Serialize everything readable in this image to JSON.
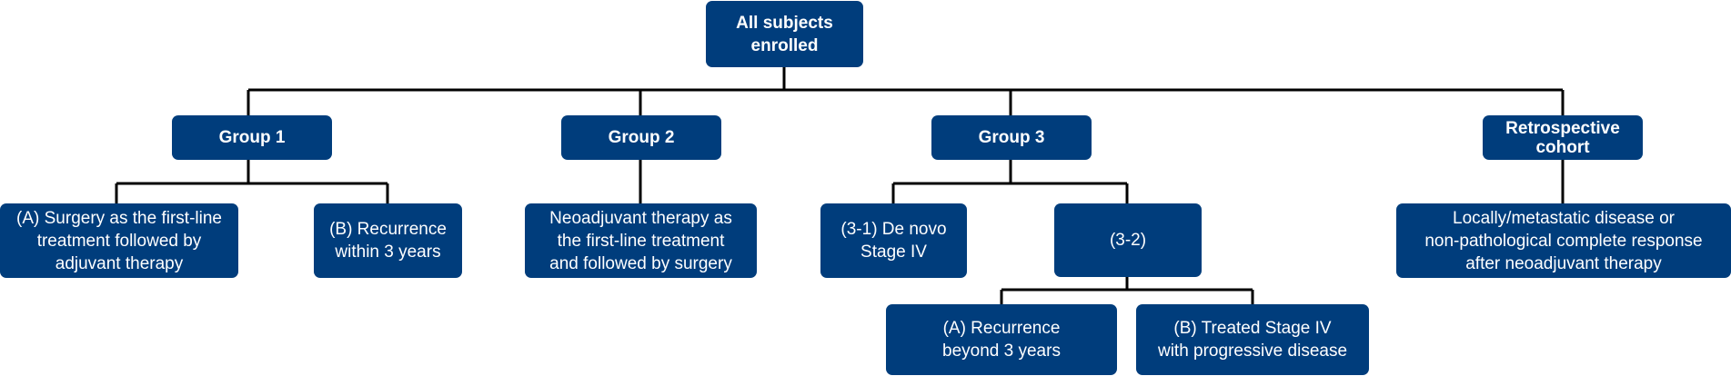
{
  "colors": {
    "box": "#003d7c",
    "text": "#ffffff",
    "line": "#000000"
  },
  "nodes": {
    "root": "All subjects\nenrolled",
    "group1": "Group 1",
    "group2": "Group 2",
    "group3": "Group 3",
    "retro": "Retrospective\ncohort",
    "g1a": "(A) Surgery as the first-line\ntreatment followed by\nadjuvant therapy",
    "g1b": "(B) Recurrence\nwithin 3 years",
    "g2": "Neoadjuvant therapy as\nthe first-line treatment\nand followed by surgery",
    "g31": "(3-1) De novo\nStage IV",
    "g32": "(3-2)",
    "g32a": "(A) Recurrence\nbeyond 3 years",
    "g32b": "(B) Treated Stage IV\nwith progressive disease",
    "retro_detail": "Locally/metastatic disease or\nnon-pathological complete response\nafter neoadjuvant therapy"
  }
}
